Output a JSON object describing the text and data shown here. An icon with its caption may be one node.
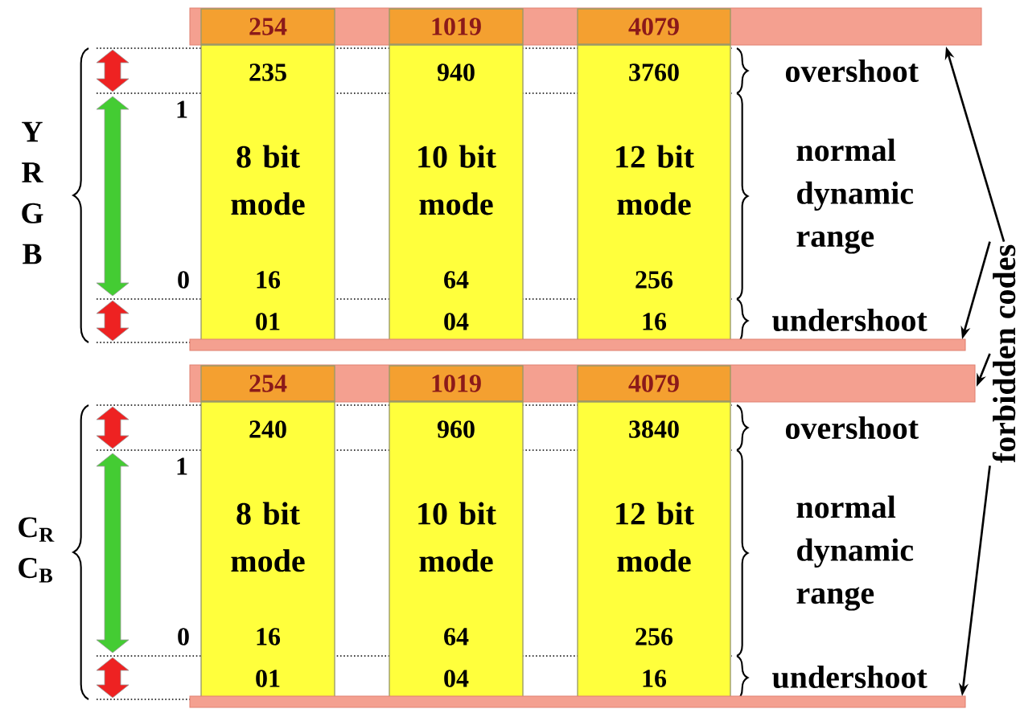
{
  "diagram": {
    "nodes": [
      {
        "text": [],
        "shape": "bar"
      },
      {
        "text": [
          "254"
        ],
        "in": 0
      },
      {
        "text": [
          "1019"
        ],
        "in": 0
      },
      {
        "text": [
          "4079"
        ],
        "in": 0
      },
      {
        "text": [
          "235",
          "8 bit mode",
          "16",
          "01"
        ]
      },
      {
        "text": [
          "940",
          "10 bit mode",
          "64",
          "04"
        ]
      },
      {
        "text": [
          "3760",
          "12 bit mode",
          "256",
          "16"
        ]
      },
      {
        "text": [],
        "shape": "bar"
      },
      {
        "text": [],
        "shape": "bar"
      },
      {
        "text": [
          "254"
        ],
        "in": 8
      },
      {
        "text": [
          "1019"
        ],
        "in": 8
      },
      {
        "text": [
          "4079"
        ],
        "in": 8
      },
      {
        "text": [
          "240",
          "8 bit mode",
          "16",
          "01"
        ]
      },
      {
        "text": [
          "960",
          "10 bit mode",
          "64",
          "04"
        ]
      },
      {
        "text": [
          "3840",
          "12 bit mode",
          "256",
          "16"
        ]
      },
      {
        "text": [],
        "shape": "bar"
      },
      {
        "text": [
          "forbidden codes"
        ]
      }
    ],
    "edges": [
      {
        "from": 16,
        "to": 0,
        "arrow": "to"
      },
      {
        "from": 16,
        "to": 7,
        "arrow": "to"
      },
      {
        "from": 16,
        "to": 8,
        "arrow": "to"
      },
      {
        "from": 16,
        "to": 15,
        "arrow": "to"
      }
    ],
    "labels": [
      "Y R G B",
      "overshoot",
      "1",
      "normal dynamic range",
      "0",
      "undershoot",
      "C$_{R}$ C$_{B}$",
      "overshoot",
      "1",
      "normal dynamic range",
      "0",
      "undershoot"
    ]
  }
}
